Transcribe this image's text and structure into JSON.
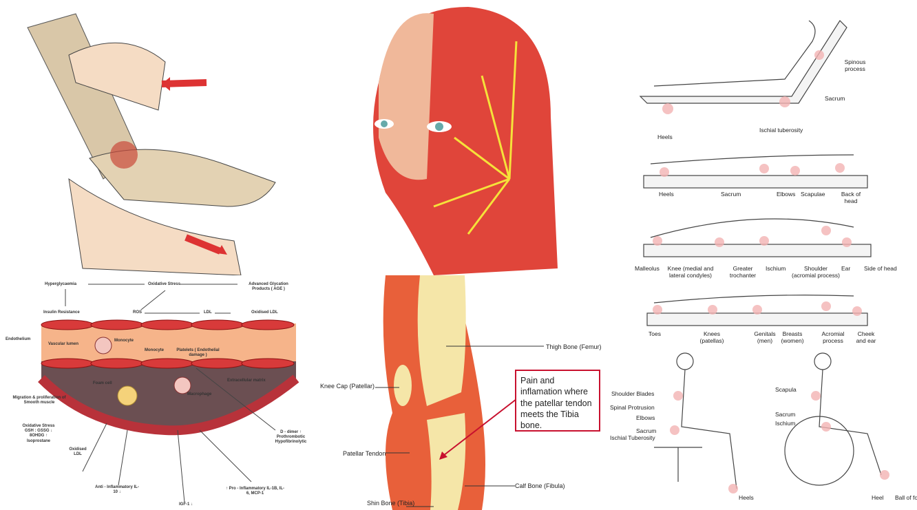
{
  "vascular_diagram": {
    "flow": [
      "Hyperglycaemia",
      "Oxidative Stress",
      "Advanced Glycation Products ( AGE )",
      "Insulin Resistance",
      "ROS",
      "LDL",
      "Oxidised LDL"
    ],
    "labels": {
      "endothelium": "Endothelium",
      "vascular_lumen": "Vascular lumen",
      "monocyte1": "Monocyte",
      "monocyte2": "Monocyte",
      "platelets": "Platelets ( Endothelial damage )",
      "extracellular": "Extracellular matrix",
      "foam_cell": "Foam cell",
      "macrophage": "Macrophage",
      "migration": "Migration & proliferation of Smooth muscle",
      "oxidative": "Oxidative Stress GSH : GSSG ↓ 8OHDG ↑ Isoprostane",
      "oxidised_ldl": "Oxidised LDL",
      "anti_inflammatory": "Anti - Inflammatory IL-10 ↓",
      "igf": "IGF-1 ↓",
      "pro_inflammatory": "↑ Pro - Inflammatory IL-1B, IL-6, MCP-1",
      "d_dimer": "D - dimer ↑ Prothrombotic Hypofibrinolytic"
    }
  },
  "knee_diagram": {
    "thigh": "Thigh Bone (Femur)",
    "kneecap": "Knee Cap (Patellar)",
    "tendon": "Patellar Tendon",
    "calf": "Calf Bone (Fibula)",
    "shin": "Shin Bone (Tibia)",
    "callout": "Pain and inflamation where the patellar tendon meets the Tibia bone."
  },
  "pressure_points": {
    "reclining": [
      "Spinous process",
      "Sacrum",
      "Ischial tuberosity",
      "Heels"
    ],
    "supine": [
      "Heels",
      "Sacrum",
      "Elbows",
      "Scapulae",
      "Back of head"
    ],
    "lateral": [
      "Malleolus",
      "Knee (medial and lateral condyles)",
      "Greater trochanter",
      "Ischium",
      "Shoulder (acromial process)",
      "Ear",
      "Side of head"
    ],
    "prone": [
      "Toes",
      "Knees (patellas)",
      "Genitals (men)",
      "Breasts (women)",
      "Acromial process",
      "Cheek and ear"
    ],
    "chair": [
      "Shoulder Blades",
      "Spinal Protrusion",
      "Elbows",
      "Sacrum",
      "Ischial Tuberosity",
      "Heels"
    ],
    "wheelchair": [
      "Scapula",
      "Sacrum",
      "Ischium",
      "Heel",
      "Ball of foot"
    ]
  },
  "colors": {
    "accent_red": "#c8102e",
    "muscle": "#e0453a",
    "skin": "#f2d2b0",
    "nerve": "#f5e23a"
  }
}
